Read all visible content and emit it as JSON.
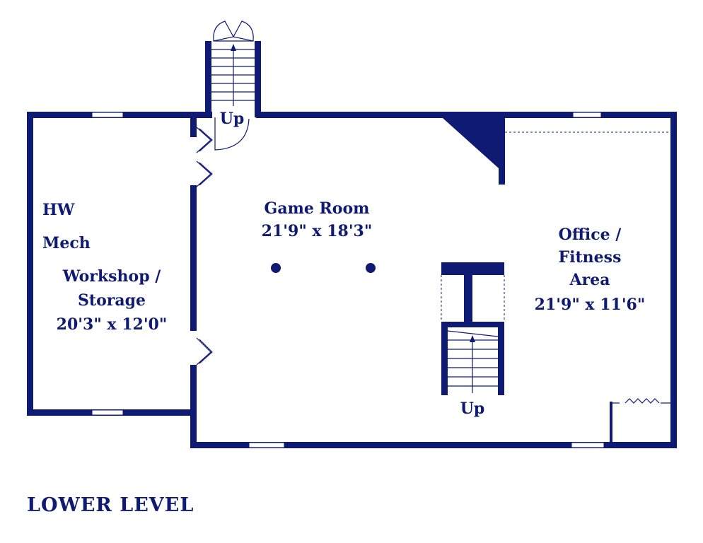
{
  "plan": {
    "title": "LOWER LEVEL",
    "rooms": {
      "hw": "HW",
      "mech": "Mech",
      "workshop": {
        "name_line1": "Workshop /",
        "name_line2": "Storage",
        "size": "20'3\" x 12'0\""
      },
      "game_room": {
        "name": "Game Room",
        "size": "21'9\" x 18'3\""
      },
      "office": {
        "name_line1": "Office /",
        "name_line2": "Fitness",
        "name_line3": "Area",
        "size": "21'9\" x 11'6\""
      }
    },
    "stairs": {
      "top_label": "Up",
      "center_label": "Up"
    }
  },
  "colors": {
    "wall": "#0f1a73",
    "background": "#ffffff"
  }
}
